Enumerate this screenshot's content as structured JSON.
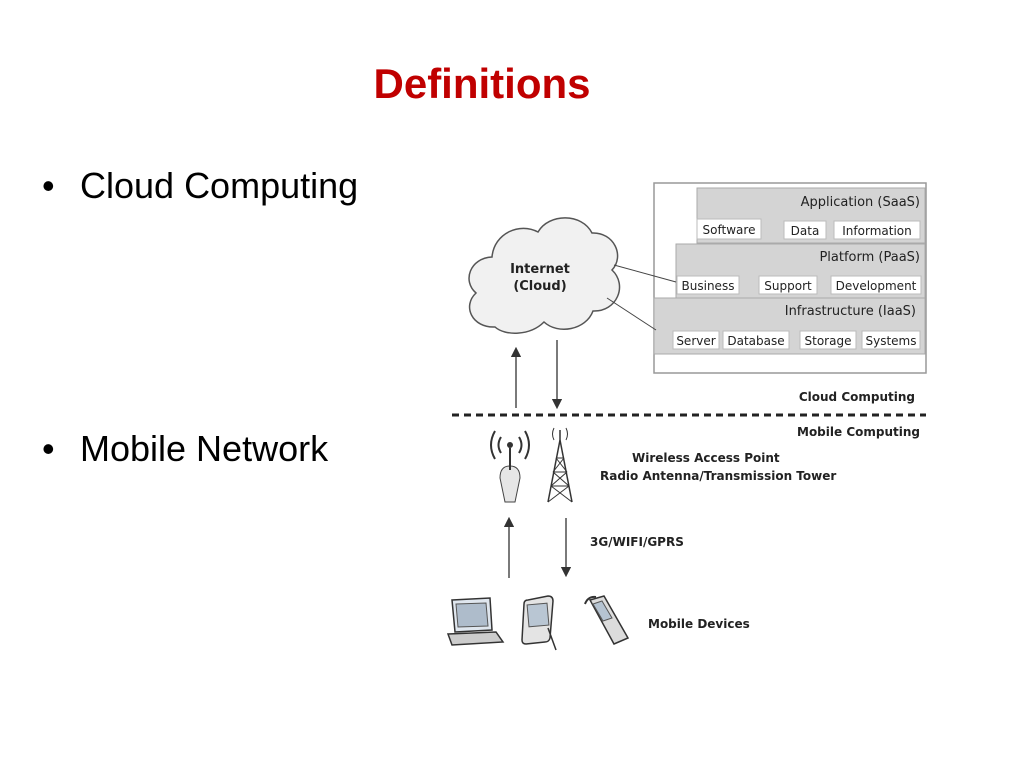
{
  "slide": {
    "title": "Definitions",
    "bullets": [
      "Cloud Computing",
      "Mobile Network"
    ],
    "bullet_glyph": "•"
  },
  "diagram": {
    "cloud": {
      "line1": "Internet",
      "line2": "(Cloud)"
    },
    "layers": {
      "saas": {
        "title": "Application (SaaS)",
        "items": [
          "Software",
          "Data",
          "Information"
        ]
      },
      "paas": {
        "title": "Platform (PaaS)",
        "items": [
          "Business",
          "Support",
          "Development"
        ]
      },
      "iaas": {
        "title": "Infrastructure (IaaS)",
        "items": [
          "Server",
          "Database",
          "Storage",
          "Systems"
        ]
      }
    },
    "labels": {
      "cloud_computing": "Cloud Computing",
      "mobile_computing": "Mobile Computing",
      "access_point_line1": "Wireless Access Point",
      "access_point_line2": "Radio Antenna/Transmission Tower",
      "link": "3G/WIFI/GPRS",
      "devices": "Mobile Devices"
    },
    "icons": [
      "cloud-icon",
      "wireless-access-point-icon",
      "transmission-tower-icon",
      "laptop-icon",
      "pda-icon",
      "mobile-phone-icon"
    ],
    "colors": {
      "title": "#c00000",
      "layer_fill": "#d4d4d4",
      "item_fill": "#ffffff"
    }
  }
}
